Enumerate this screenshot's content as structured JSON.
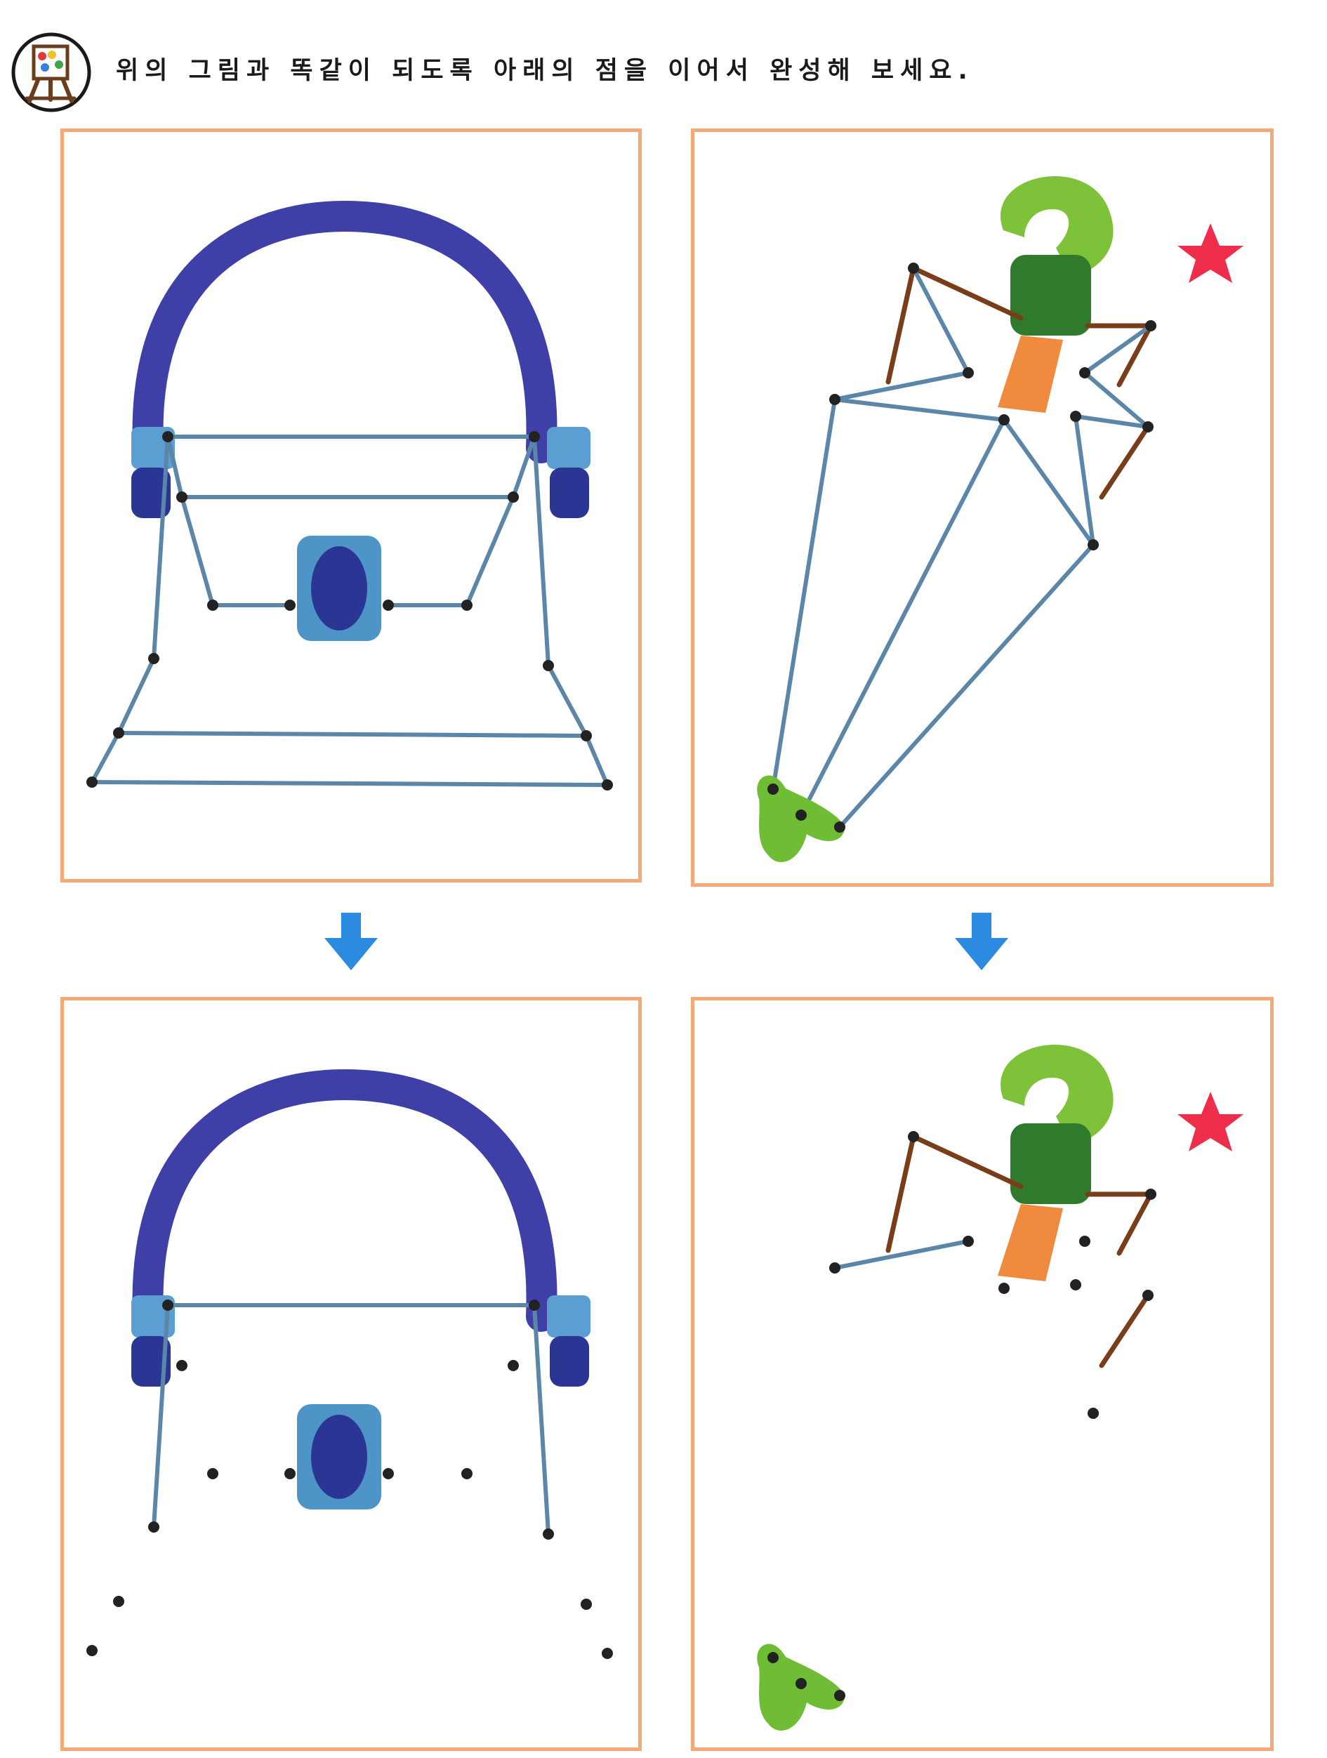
{
  "instruction": "위의 그림과 똑같이 되도록 아래의 점을 이어서 완성해 보세요.",
  "icons": {
    "header": "easel-painting-icon",
    "arrows": "down-arrow-icon"
  },
  "colors": {
    "panel_border": "#f5a977",
    "line": "#5b86a8",
    "dot": "#222222",
    "headband": "#3f3fa8",
    "earcup_light": "#5a9ed2",
    "earcup_dark": "#2b3594",
    "arrow": "#2a8be0",
    "hook_green": "#7ec23a",
    "handle_dark_green": "#2f7a2c",
    "collar_orange": "#f08a3e",
    "rib_brown": "#7a3d1a",
    "star_red": "#ee2d4b",
    "tip_green": "#6fbd35"
  },
  "panels": [
    {
      "name": "headphone-model",
      "picture": "headphones",
      "role": "completed example"
    },
    {
      "name": "umbrella-model",
      "picture": "umbrella",
      "role": "completed example"
    },
    {
      "name": "headphone-exercise",
      "picture": "headphones",
      "role": "connect the dots"
    },
    {
      "name": "umbrella-exercise",
      "picture": "umbrella",
      "role": "connect the dots"
    }
  ]
}
